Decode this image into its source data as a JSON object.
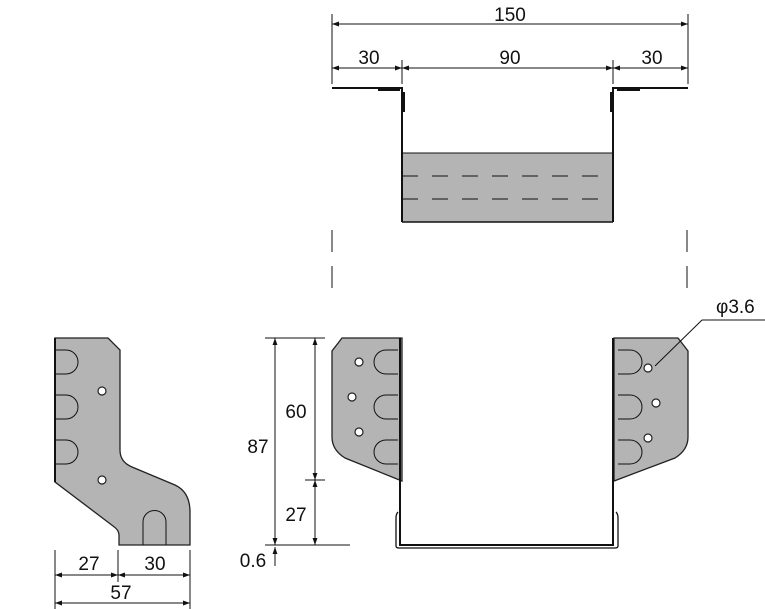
{
  "top_view": {
    "overall_width": "150",
    "flange_left": "30",
    "inner_width": "90",
    "flange_right": "30"
  },
  "front_view": {
    "total_height": "87",
    "upper_height": "60",
    "lower_height": "27",
    "thickness": "0.6",
    "hole_diameter": "φ3.6"
  },
  "side_view": {
    "left_width": "27",
    "right_width": "30",
    "overall_width": "57"
  },
  "colors": {
    "plate_fill": "#b4b4b4",
    "line": "#111111"
  }
}
